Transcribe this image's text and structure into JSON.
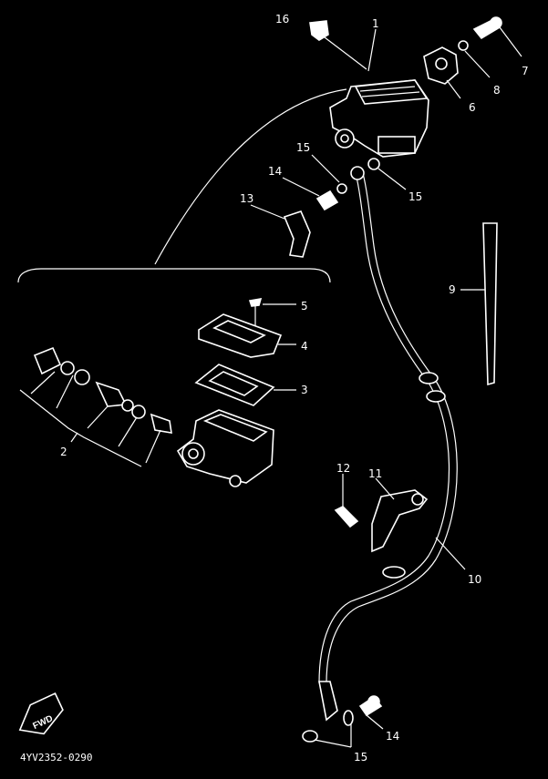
{
  "diagram": {
    "part_labels": {
      "p1": "1",
      "p2": "2",
      "p3": "3",
      "p4": "4",
      "p5": "5",
      "p6": "6",
      "p7": "7",
      "p8": "8",
      "p9": "9",
      "p10": "10",
      "p11": "11",
      "p12": "12",
      "p13": "13",
      "p14a": "14",
      "p14b": "14",
      "p15a": "15",
      "p15b": "15",
      "p15c": "15",
      "p16": "16"
    },
    "fwd_label": "FWD",
    "drawing_code": "4YV2352-0290"
  },
  "colors": {
    "background": "#000000",
    "line": "#ffffff"
  }
}
